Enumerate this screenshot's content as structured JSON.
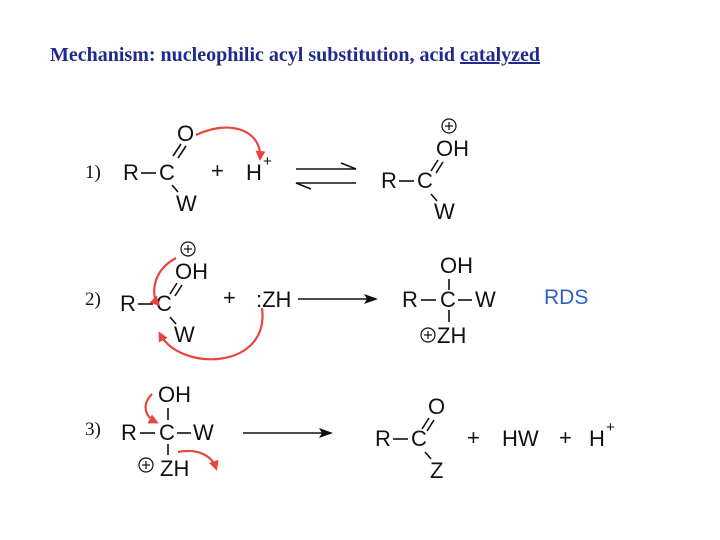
{
  "title": {
    "prefix": "Mechanism:  nucleophilic acyl substitution, acid ",
    "underlined": "catalyzed"
  },
  "steps": [
    {
      "number": "1)",
      "reactant": {
        "R": "R",
        "C": "C",
        "O": "O",
        "W": "W",
        "plus": "+",
        "H": "H",
        "H_charge": "+"
      },
      "product": {
        "R": "R",
        "C": "C",
        "OH": "OH",
        "W": "W",
        "charge": "oxonium-plus"
      },
      "arrow": "equilibrium"
    },
    {
      "number": "2)",
      "reactant": {
        "R": "R",
        "C": "C",
        "OH": "OH",
        "W": "W",
        "plus": "+",
        "nucleophile": ":ZH",
        "charge": "oxonium-plus"
      },
      "product": {
        "R": "R",
        "C": "C",
        "OH": "OH",
        "W": "W",
        "ZH": "ZH",
        "charge": "plus-on-Z"
      },
      "arrow": "forward",
      "label": "RDS"
    },
    {
      "number": "3)",
      "reactant": {
        "R": "R",
        "C": "C",
        "OH": "OH",
        "W": "W",
        "ZH": "ZH",
        "charge": "plus-on-Z"
      },
      "product": {
        "R": "R",
        "C": "C",
        "O": "O",
        "Z": "Z",
        "plus1": "+",
        "HW": "HW",
        "plus2": "+",
        "H": "H",
        "H_charge": "+"
      },
      "arrow": "forward"
    }
  ],
  "colors": {
    "title": "#1f2a8c",
    "rds": "#2b5fcc",
    "curly_arrow": "#e8453c",
    "ink": "#111111"
  }
}
